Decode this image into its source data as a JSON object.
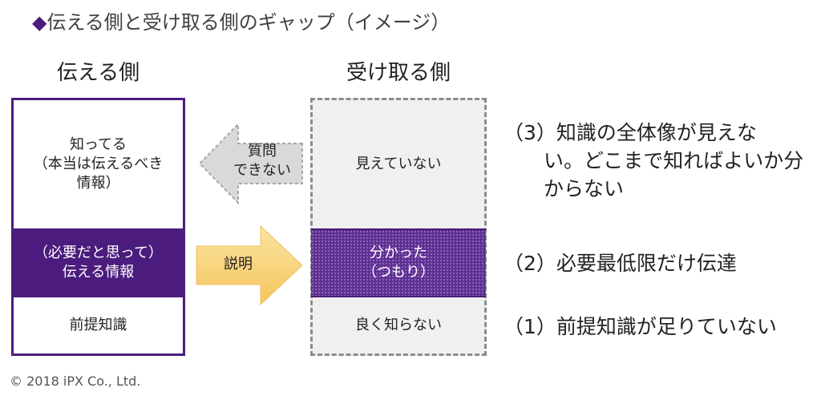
{
  "title": {
    "marker": "◆",
    "text": "伝える側と受け取る側のギャップ（イメージ）"
  },
  "columns": {
    "sender": "伝える側",
    "receiver": "受け取る側"
  },
  "sender_cells": {
    "top": "知ってる\n（本当は伝えるべき\n情報）",
    "middle": "（必要だと思って）\n伝える情報",
    "bottom": "前提知識"
  },
  "receiver_cells": {
    "top": "見えていない",
    "middle": "分かった\n（つもり）",
    "bottom": "良く知らない"
  },
  "arrows": {
    "question": "質問\nできない",
    "explain": "説明"
  },
  "notes": {
    "n3": "（3）知識の全体像が見えな\n　　い。どこまで知ればよいか分\n　　からない",
    "n2": "（2）必要最低限だけ伝達",
    "n1": "（1）前提知識が足りていない"
  },
  "footer": "© 2018 iPX Co., Ltd.",
  "colors": {
    "purple": "#4b1c7d",
    "receiver_purple": "#5e2f94",
    "arrow_gray": "#d9d9d9",
    "arrow_gold": "#f7d27a",
    "dashed_border": "#8c8c8c"
  }
}
